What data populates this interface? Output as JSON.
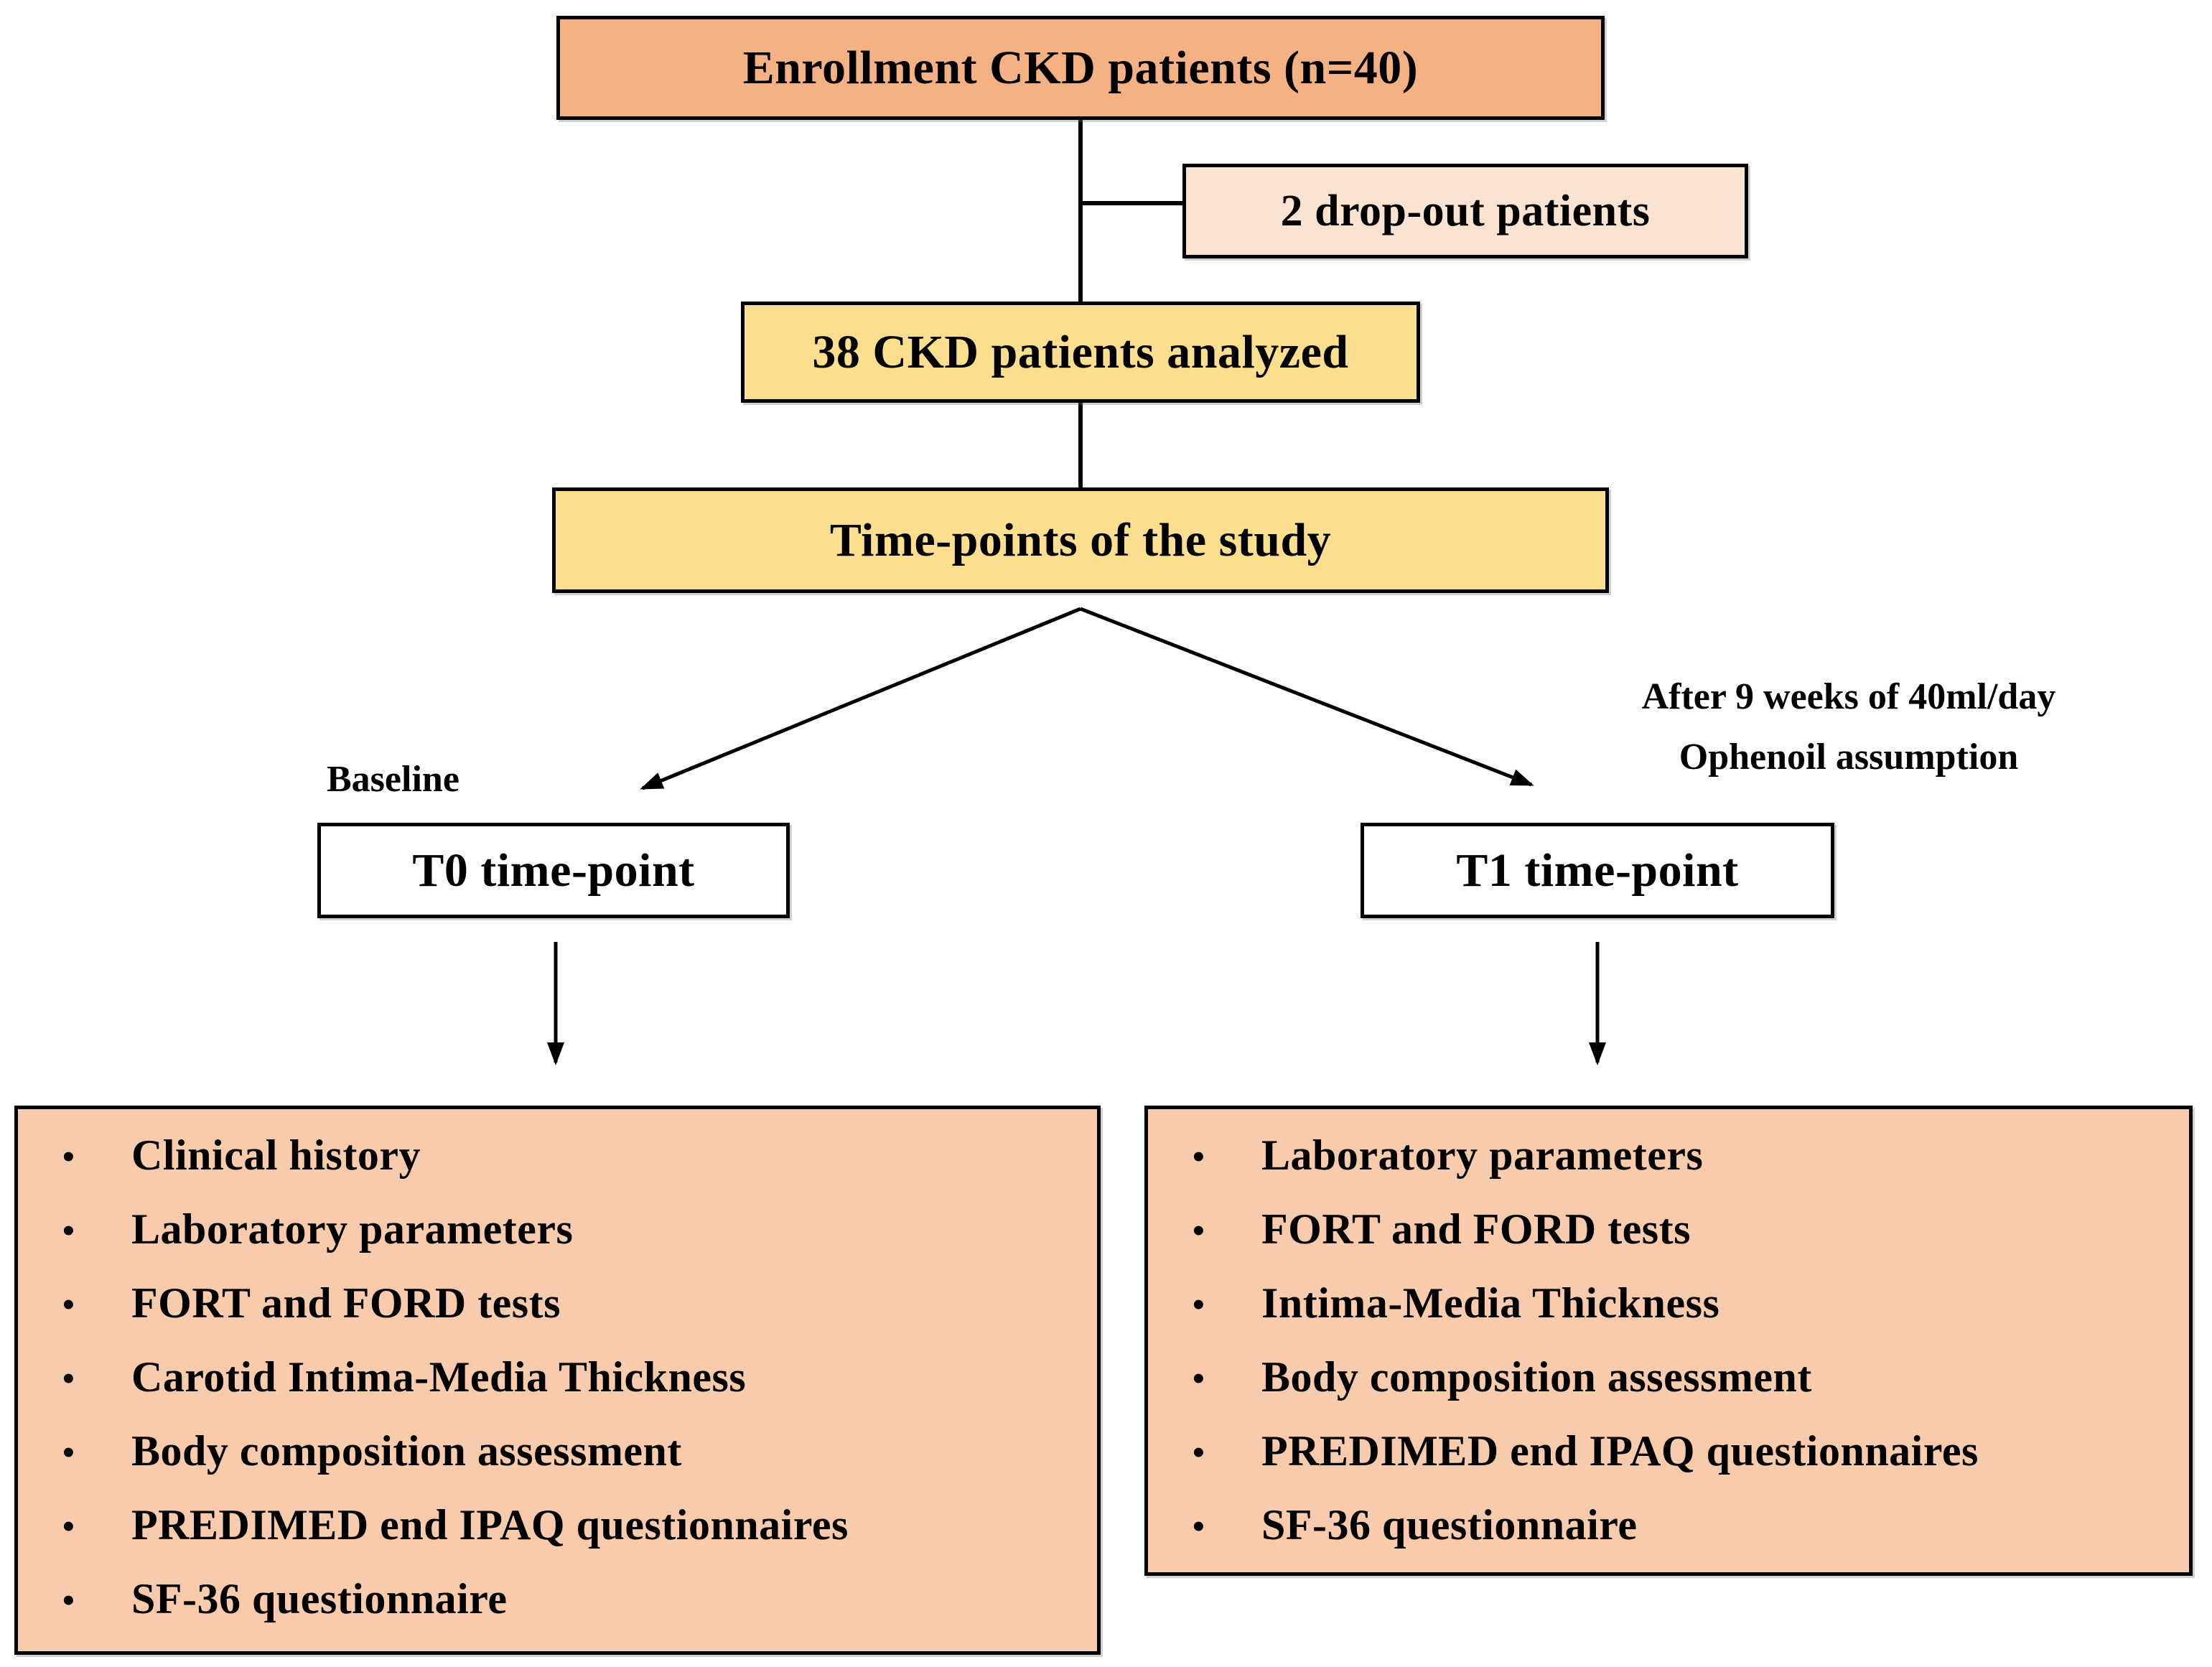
{
  "colors": {
    "enrollment_fill": "#F4B183",
    "dropout_fill": "#FAE3D1",
    "yellow_fill": "#FBDF8E",
    "panel_fill": "#F8CBAC",
    "white_fill": "#FFFFFF",
    "line_color": "#000000"
  },
  "flow": {
    "enrollment_label": "Enrollment CKD patients (n=40)",
    "dropout_label": "2 drop-out patients",
    "analyzed_label": "38 CKD patients analyzed",
    "timepoints_label": "Time-points of the study",
    "baseline_annotation": "Baseline",
    "t1_annotation_line1": "After 9 weeks of 40ml/day",
    "t1_annotation_line2": "Ophenoil assumption",
    "t0_label": "T0 time-point",
    "t1_label": "T1 time-point"
  },
  "t0_panel": {
    "items": [
      "Clinical history",
      "Laboratory parameters",
      "FORT and FORD tests",
      "Carotid Intima-Media Thickness",
      "Body composition assessment",
      "PREDIMED end IPAQ questionnaires",
      "SF-36 questionnaire"
    ]
  },
  "t1_panel": {
    "items": [
      "Laboratory parameters",
      "FORT and FORD tests",
      "Intima-Media Thickness",
      "Body composition assessment",
      "PREDIMED end IPAQ questionnaires",
      "SF-36 questionnaire"
    ]
  }
}
